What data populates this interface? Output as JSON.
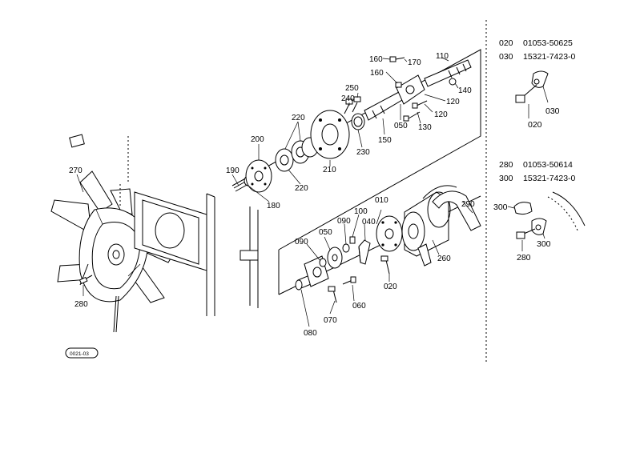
{
  "callouts": {
    "c010": "010",
    "c020": "020",
    "c030": "030",
    "c040": "040",
    "c050a": "050",
    "c050b": "050",
    "c060": "060",
    "c070": "070",
    "c080": "080",
    "c090a": "090",
    "c090b": "090",
    "c100": "100",
    "c110": "110",
    "c120a": "120",
    "c120b": "120",
    "c130": "130",
    "c140": "140",
    "c150": "150",
    "c160a": "160",
    "c160b": "160",
    "c170": "170",
    "c180": "180",
    "c190": "190",
    "c200": "200",
    "c210": "210",
    "c220a": "220",
    "c220b": "220",
    "c230": "230",
    "c240": "240",
    "c250": "250",
    "c260": "260",
    "c270": "270",
    "c280": "280",
    "c290": "290"
  },
  "parts_list": {
    "group1": {
      "row1_ref": "020",
      "row1_part": "01053-50625",
      "row2_ref": "030",
      "row2_part": "15321-7423-0",
      "label_a": "020",
      "label_b": "030"
    },
    "group2": {
      "row1_ref": "280",
      "row1_part": "01053-50614",
      "row2_ref": "300",
      "row2_part": "15321-7423-0",
      "label_a": "300",
      "label_b": "300",
      "label_c": "280"
    }
  },
  "stamp": "0021-03"
}
